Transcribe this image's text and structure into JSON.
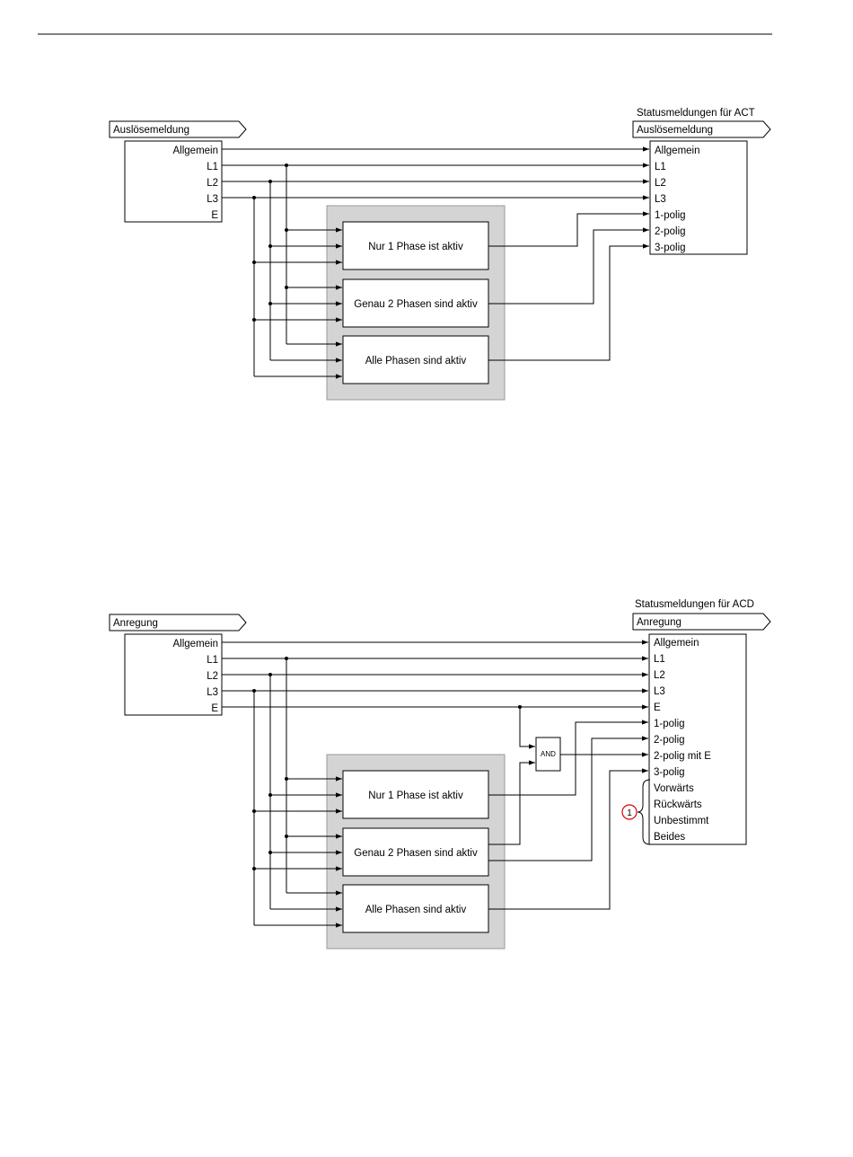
{
  "diagram1": {
    "output_title": "Statusmeldungen für ACT",
    "input_tag": "Auslösemeldung",
    "output_tag": "Auslösemeldung",
    "inputs": [
      "Allgemein",
      "L1",
      "L2",
      "L3",
      "E"
    ],
    "outputs": [
      "Allgemein",
      "L1",
      "L2",
      "L3",
      "1-polig",
      "2-polig",
      "3-polig"
    ],
    "blocks": [
      "Nur 1 Phase ist aktiv",
      "Genau 2 Phasen sind aktiv",
      "Alle Phasen sind aktiv"
    ]
  },
  "diagram2": {
    "output_title": "Statusmeldungen für ACD",
    "input_tag": "Anregung",
    "output_tag": "Anregung",
    "inputs": [
      "Allgemein",
      "L1",
      "L2",
      "L3",
      "E"
    ],
    "outputs": [
      "Allgemein",
      "L1",
      "L2",
      "L3",
      "E",
      "1-polig",
      "2-polig",
      "2-polig mit E",
      "3-polig",
      "Vorwärts",
      "Rückwärts",
      "Unbestimmt",
      "Beides"
    ],
    "blocks": [
      "Nur 1 Phase ist aktiv",
      "Genau 2 Phasen sind aktiv",
      "Alle Phasen sind aktiv"
    ],
    "and_label": "AND",
    "callout": "1"
  }
}
